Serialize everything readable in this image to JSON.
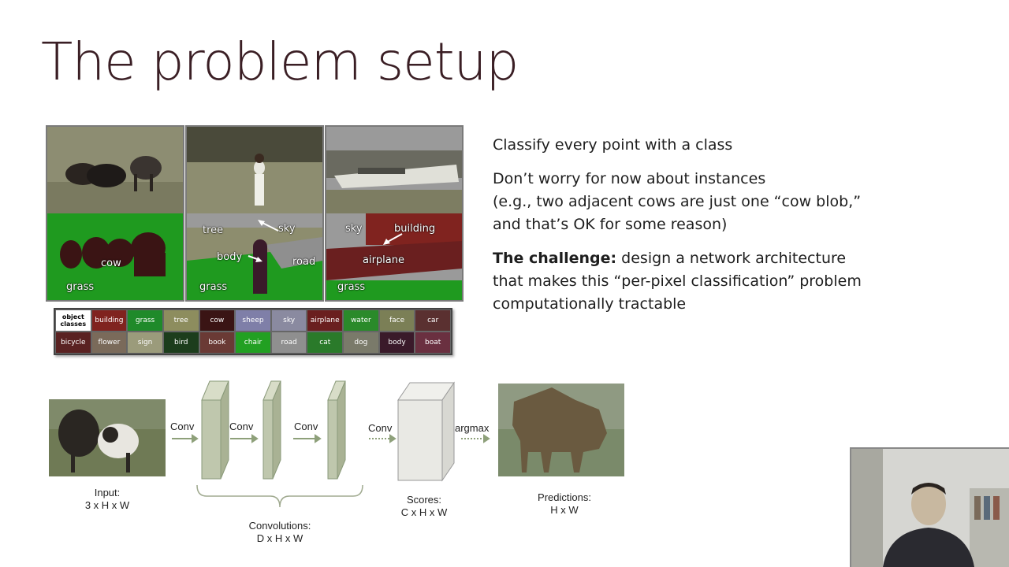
{
  "slide": {
    "title": "The problem setup"
  },
  "panels": {
    "cow": {
      "labels": [
        "cow",
        "grass"
      ]
    },
    "person": {
      "labels": [
        "tree",
        "sky",
        "body",
        "road",
        "grass"
      ]
    },
    "airplane": {
      "labels": [
        "sky",
        "building",
        "airplane",
        "grass"
      ]
    }
  },
  "legend": {
    "header": "object classes",
    "cells": [
      {
        "text": "building",
        "color": "#80231f"
      },
      {
        "text": "grass",
        "color": "#1f8a2a"
      },
      {
        "text": "tree",
        "color": "#8d8d5e"
      },
      {
        "text": "cow",
        "color": "#3a1414"
      },
      {
        "text": "sheep",
        "color": "#7f7fa8"
      },
      {
        "text": "sky",
        "color": "#8a8aa0"
      },
      {
        "text": "airplane",
        "color": "#6a1f1f"
      },
      {
        "text": "water",
        "color": "#2a8a2a"
      },
      {
        "text": "face",
        "color": "#7b7f56"
      },
      {
        "text": "car",
        "color": "#5a3030"
      },
      {
        "text": "bicycle",
        "color": "#5a2222"
      },
      {
        "text": "flower",
        "color": "#7a6a5a"
      },
      {
        "text": "sign",
        "color": "#9b9b7b"
      },
      {
        "text": "bird",
        "color": "#1c3d1c"
      },
      {
        "text": "book",
        "color": "#6a3a35"
      },
      {
        "text": "chair",
        "color": "#22a022"
      },
      {
        "text": "road",
        "color": "#8f8f8f"
      },
      {
        "text": "cat",
        "color": "#2a7a2a"
      },
      {
        "text": "dog",
        "color": "#7a7a6a"
      },
      {
        "text": "body",
        "color": "#3a1a2a"
      },
      {
        "text": "boat",
        "color": "#6a3040"
      }
    ]
  },
  "bullets": {
    "b1": "Classify every point with a class",
    "b2_line1": "Don’t worry for now about instances",
    "b2_line2": "(e.g., two adjacent cows are just one “cow blob,”",
    "b2_line3": "and that’s OK for some reason)",
    "b3_bold": "The challenge:",
    "b3_rest": " design a network architecture",
    "b3_line2": "that makes this “per-pixel classification” problem",
    "b3_line3": "computationally tractable"
  },
  "pipeline": {
    "conv1": "Conv",
    "conv2": "Conv",
    "conv3": "Conv",
    "conv4": "Conv",
    "argmax": "argmax",
    "input_label": "Input:",
    "input_dims": "3 x H x W",
    "conv_label": "Convolutions:",
    "conv_dims": "D x H x W",
    "scores_label": "Scores:",
    "scores_dims": "C x H x W",
    "pred_label": "Predictions:",
    "pred_dims": "H x W"
  },
  "colors": {
    "grass": "#1f9a1f",
    "title": "#3a1e24",
    "cow_seg": "#3a1414"
  }
}
